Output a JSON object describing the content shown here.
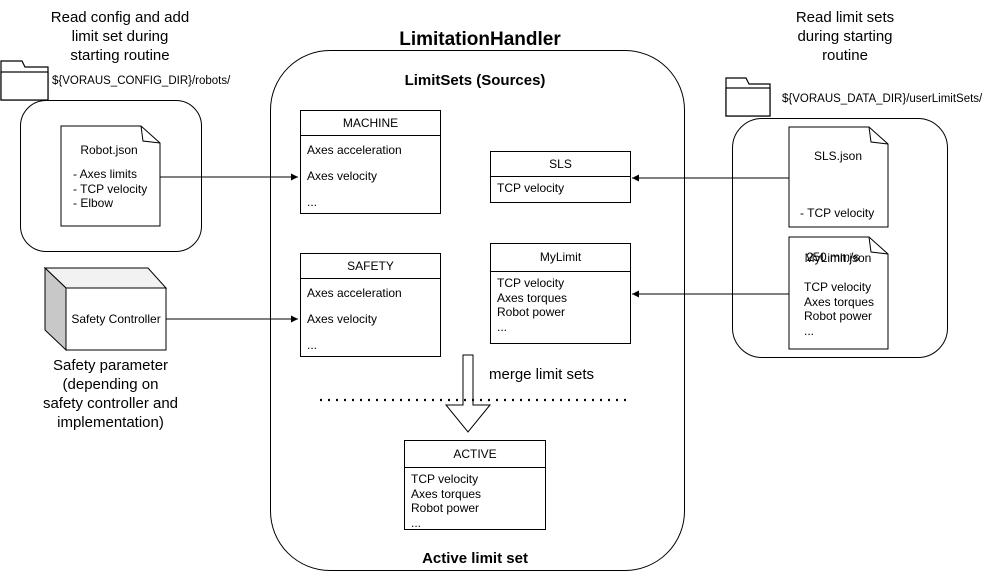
{
  "title": "LimitationHandler",
  "container": {
    "sources_label": "LimitSets (Sources)",
    "active_label": "Active limit set"
  },
  "left": {
    "config_note": [
      "Read config and add",
      "limit set during",
      "starting routine"
    ],
    "config_path": "${VORAUS_CONFIG_DIR}/robots/",
    "robot_json": {
      "filename": "Robot.json",
      "items": [
        "- Axes limits",
        "- TCP velocity",
        "- Elbow"
      ]
    },
    "safety_controller": "Safety Controller",
    "safety_note": [
      "Safety parameter",
      "(depending on",
      "safety controller and",
      "implementation)"
    ]
  },
  "right": {
    "limit_note": [
      "Read limit sets",
      "during starting",
      "routine"
    ],
    "data_path": "${VORAUS_DATA_DIR}/userLimitSets/",
    "sls_json": {
      "filename": "SLS.json",
      "items": [
        "- TCP velocity",
        "  250 mm/s"
      ]
    },
    "mylimit_json": {
      "filename": "MyLimit.json",
      "items": [
        "TCP velocity",
        "Axes torques",
        "Robot power",
        "..."
      ]
    }
  },
  "limit_sets": {
    "machine": {
      "name": "MACHINE",
      "items": [
        "Axes acceleration",
        "Axes velocity",
        "..."
      ]
    },
    "safety": {
      "name": "SAFETY",
      "items": [
        "Axes acceleration",
        "Axes velocity",
        "..."
      ]
    },
    "sls": {
      "name": "SLS",
      "items": [
        "TCP velocity"
      ]
    },
    "mylimit": {
      "name": "MyLimit",
      "items": [
        "TCP velocity",
        "Axes torques",
        "Robot power",
        "..."
      ]
    },
    "active": {
      "name": "ACTIVE",
      "items": [
        "TCP velocity",
        "Axes torques",
        "Robot power",
        "..."
      ]
    }
  },
  "merge_label": "merge limit sets",
  "icons": [
    "folder-icon",
    "document-icon",
    "cube-icon",
    "arrow-icon"
  ]
}
